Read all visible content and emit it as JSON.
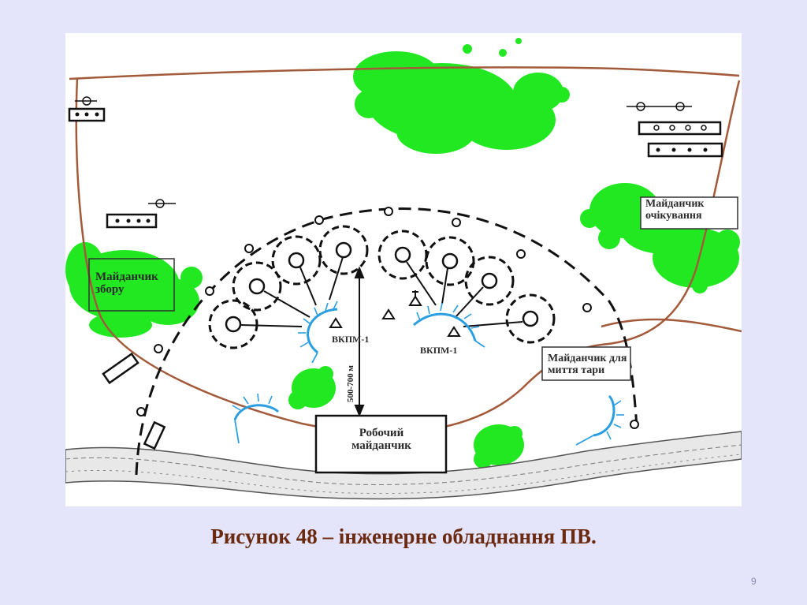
{
  "diagram": {
    "labels": {
      "assembly_area": "Майданчик\nзбору",
      "waiting_area": "Майданчик\nочікування",
      "washing_area": "Майданчик для\nмиття тари",
      "work_area": "Робочий\nмайданчик",
      "vkpm_left": "ВКПМ-1",
      "vkpm_right": "ВКПМ-1",
      "distance": "500-700 м"
    },
    "colors": {
      "vegetation": "#22e822",
      "road": "#a35a3a",
      "water_marks": "#2a9ee0",
      "outline": "#111111"
    }
  },
  "caption": "Рисунок 48 – інженерне обладнання ПВ.",
  "page_number": "9"
}
